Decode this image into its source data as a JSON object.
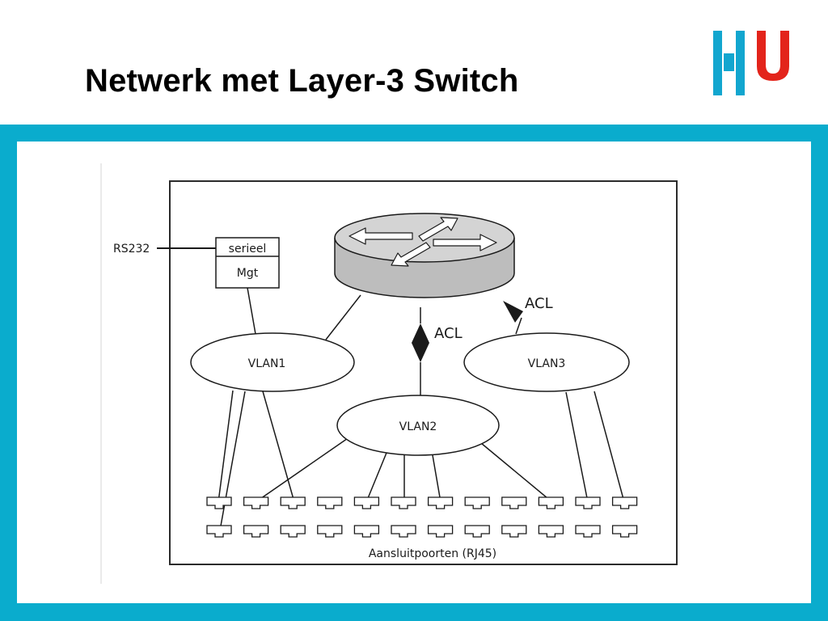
{
  "slide": {
    "title": "Netwerk met Layer-3 Switch",
    "logo_text": "HU",
    "colors": {
      "frame": "#0aaccd",
      "logo_blue": "#12a6cf",
      "logo_red": "#e3241b"
    }
  },
  "diagram": {
    "rs232": "RS232",
    "serial": "serieel",
    "mgt": "Mgt",
    "vlan1": "VLAN1",
    "vlan2": "VLAN2",
    "vlan3": "VLAN3",
    "acl_vlan2": "ACL",
    "acl_vlan3": "ACL",
    "ports_caption": "Aansluitpoorten (RJ45)",
    "router_icon": "layer3-router-icon",
    "port_icon": "rj45-port-icon",
    "ports_per_row": 12,
    "port_rows": 2
  }
}
